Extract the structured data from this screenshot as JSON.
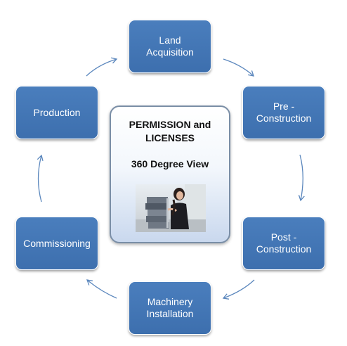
{
  "diagram": {
    "stages": [
      {
        "label_1": "Land",
        "label_2": "Acquisition"
      },
      {
        "label_1": "Pre -",
        "label_2": "Construction"
      },
      {
        "label_1": "Post -",
        "label_2": "Construction"
      },
      {
        "label_1": "Machinery",
        "label_2": "Installation"
      },
      {
        "label_1": "Commissioning",
        "label_2": ""
      },
      {
        "label_1": "Production",
        "label_2": ""
      }
    ],
    "center": {
      "title": "PERMISSION and LICENSES",
      "subtitle": "360 Degree View",
      "image": "woman-carrying-binders-photo"
    },
    "colors": {
      "node_fill": "#4a7ebd",
      "arrow": "#5b87bd",
      "center_border": "#7a8ea6"
    }
  }
}
